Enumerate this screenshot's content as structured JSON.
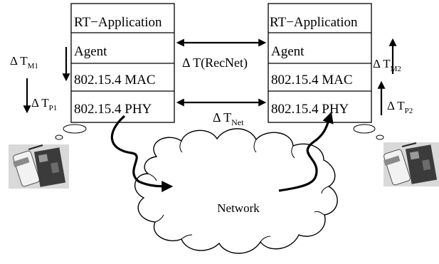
{
  "left_stack": {
    "layers": [
      "RT−Application",
      "Agent",
      "802.15.4 MAC",
      "802.15.4 PHY"
    ]
  },
  "right_stack": {
    "layers": [
      "RT−Application",
      "Agent",
      "802.15.4 MAC",
      "802.15.4 PHY"
    ]
  },
  "labels": {
    "delta": "Δ T",
    "recnet": "(RecNet)",
    "net_sub": "Net",
    "m1_sub": "M1",
    "p1_sub": "P1",
    "m2_sub": "M2",
    "p2_sub": "P2",
    "network": "Network"
  },
  "icons": {
    "left_device": "sensor-node-photo",
    "right_device": "sensor-node-photo",
    "cloud": "network-cloud"
  }
}
